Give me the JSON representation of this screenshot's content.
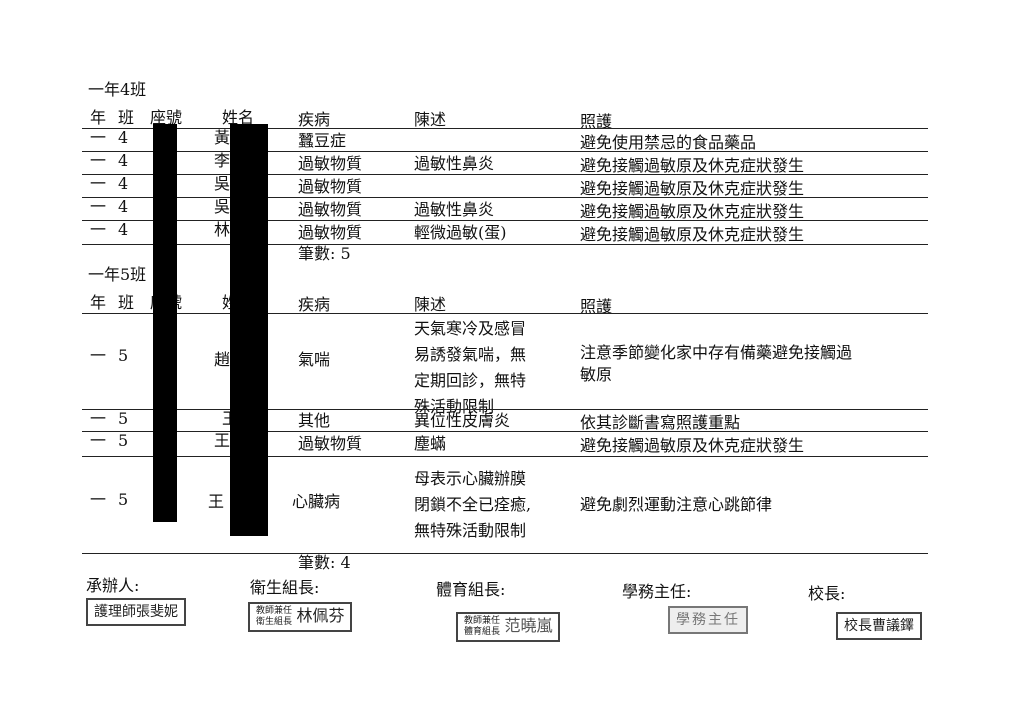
{
  "headers": {
    "grade": "年",
    "class": "班",
    "seat": "座號",
    "name": "姓名",
    "disease": "疾病",
    "statement": "陳述",
    "care": "照護"
  },
  "class4": {
    "title": "一年4班",
    "rows": [
      {
        "grade": "一",
        "class": "4",
        "name": "黃",
        "disease": "蠶豆症",
        "statement": "",
        "care": "避免使用禁忌的食品藥品"
      },
      {
        "grade": "一",
        "class": "4",
        "name": "李",
        "disease": "過敏物質",
        "statement": "過敏性鼻炎",
        "care": "避免接觸過敏原及休克症狀發生"
      },
      {
        "grade": "一",
        "class": "4",
        "name": "吳",
        "disease": "過敏物質",
        "statement": "",
        "care": "避免接觸過敏原及休克症狀發生"
      },
      {
        "grade": "一",
        "class": "4",
        "name": "吳",
        "disease": "過敏物質",
        "statement": "過敏性鼻炎",
        "care": "避免接觸過敏原及休克症狀發生"
      },
      {
        "grade": "一",
        "class": "4",
        "name": "林",
        "disease": "過敏物質",
        "statement": "輕微過敏(蛋)",
        "care": "避免接觸過敏原及休克症狀發生"
      }
    ],
    "count": "筆數: 5"
  },
  "class5": {
    "title": "一年5班",
    "rows": [
      {
        "grade": "一",
        "class": "5",
        "name": "趙",
        "disease": "氣喘",
        "statement_lines": [
          "天氣寒冷及感冒",
          "易誘發氣喘，無",
          "定期回診，無特",
          "殊活動限制"
        ],
        "care_lines": [
          "注意季節變化家中存有備藥避免接觸過",
          "敏原"
        ]
      },
      {
        "grade": "一",
        "class": "5",
        "name": "王",
        "disease": "其他",
        "statement": "異位性皮膚炎",
        "care": "依其診斷書寫照護重點"
      },
      {
        "grade": "一",
        "class": "5",
        "name": "王",
        "disease": "過敏物質",
        "statement": "塵蟎",
        "care": "避免接觸過敏原及休克症狀發生"
      },
      {
        "grade": "一",
        "class": "5",
        "name": "王",
        "disease": "心臟病",
        "statement_lines": [
          "母表示心臟辦膜",
          "閉鎖不全已痊癒,",
          "無特殊活動限制"
        ],
        "care": "避免劇烈運動注意心跳節律"
      }
    ],
    "count": "筆數: 4"
  },
  "signatures": {
    "handler": {
      "label": "承辦人:",
      "stamp": "護理師張斐妮"
    },
    "health": {
      "label": "衛生組長:",
      "stamp_small_1": "教師兼任",
      "stamp_small_2": "衛生組長",
      "stamp": "林佩芬"
    },
    "pe": {
      "label": "體育組長:",
      "stamp_small_1": "教師兼任",
      "stamp_small_2": "體育組長",
      "stamp": "范曉嵐"
    },
    "student_affairs": {
      "label": "學務主任:",
      "stamp": "學務主任"
    },
    "principal": {
      "label": "校長:",
      "stamp": "校長曹議鐸"
    }
  }
}
